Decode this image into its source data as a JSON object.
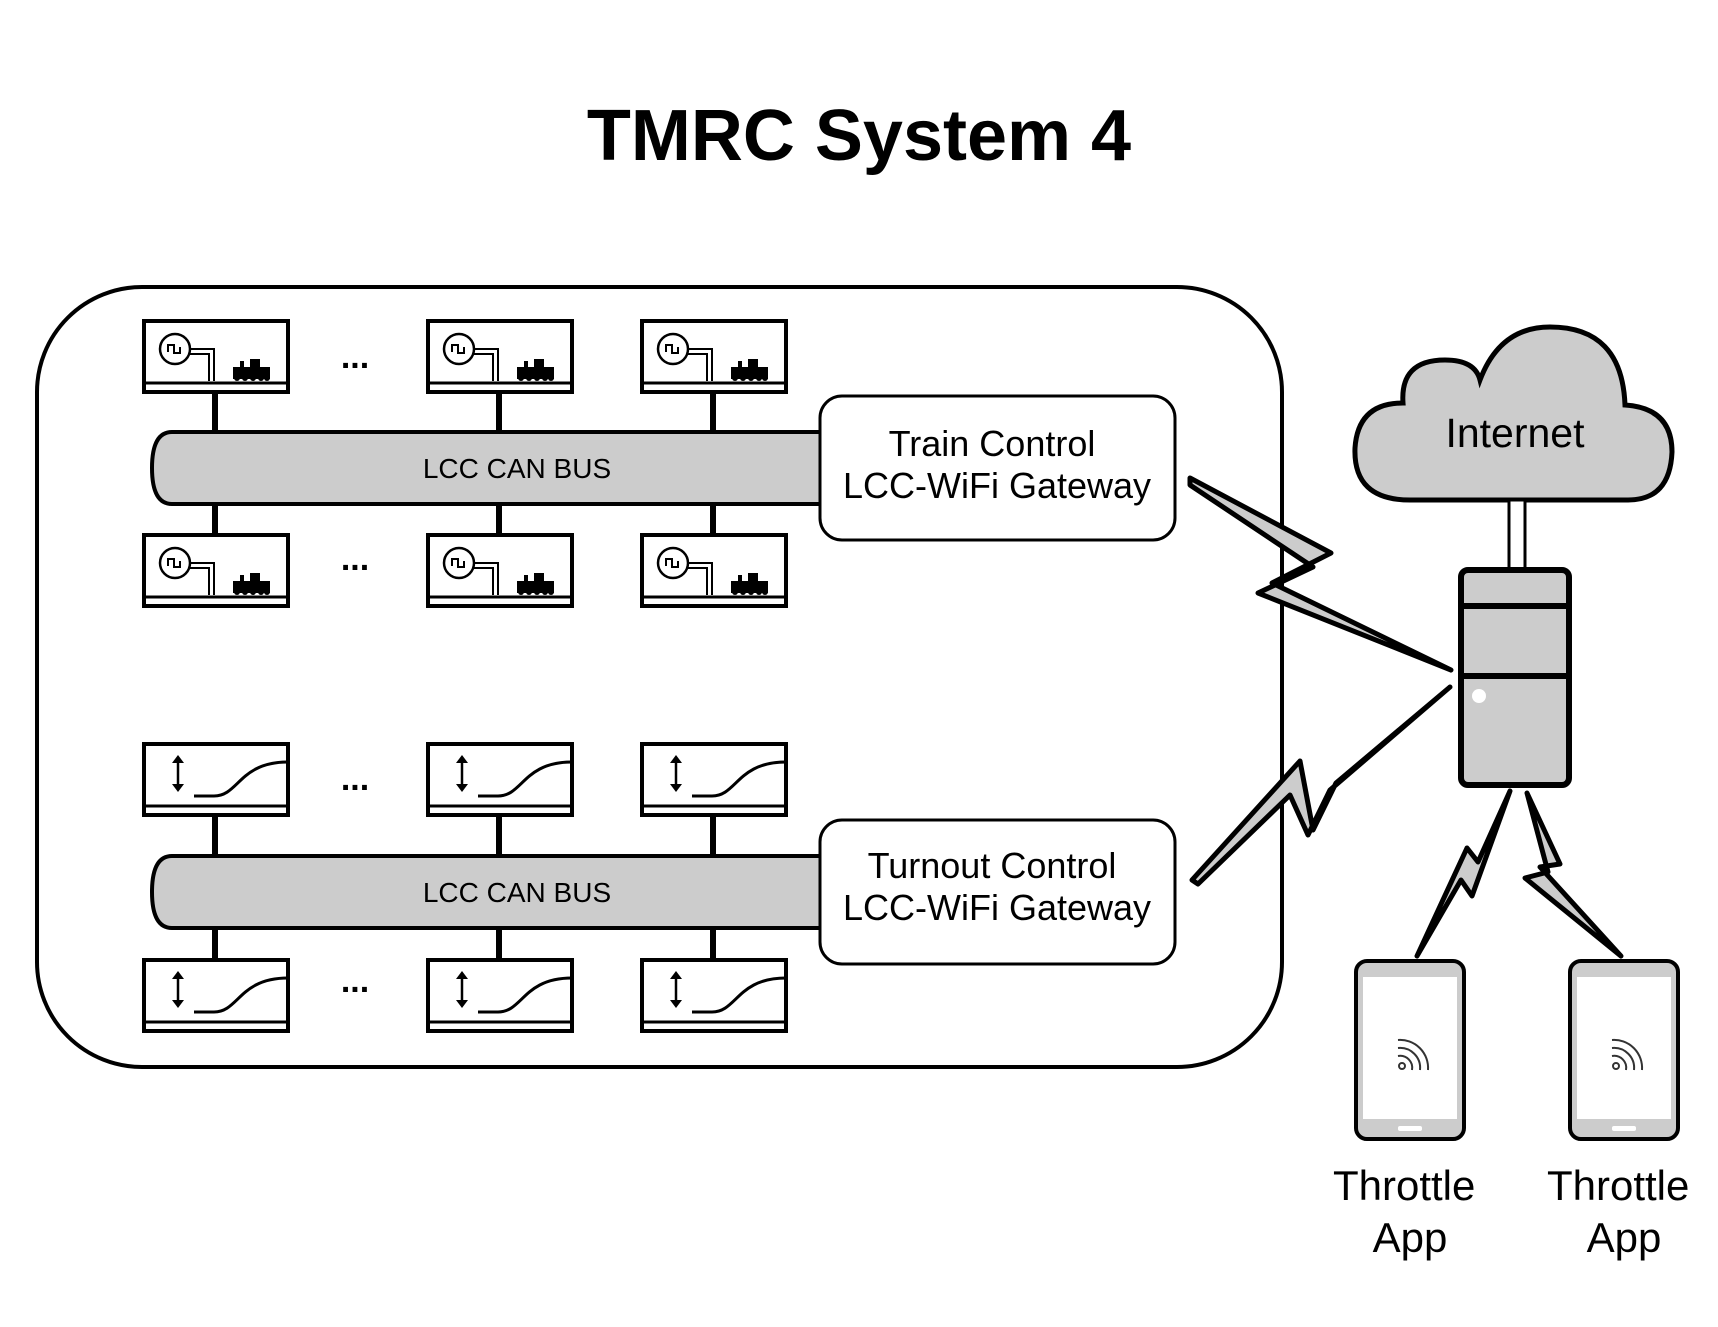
{
  "title": "TMRC System 4",
  "internet": {
    "label": "Internet"
  },
  "buses": [
    {
      "label": "LCC CAN BUS",
      "gateway": [
        "Train Control",
        "LCC-WiFi Gateway"
      ],
      "device_type": "train"
    },
    {
      "label": "LCC CAN BUS",
      "gateway": [
        "Turnout Control",
        "LCC-WiFi Gateway"
      ],
      "device_type": "turnout"
    }
  ],
  "ellipsis": "...",
  "throttles": [
    {
      "label": [
        "Throttle",
        "App"
      ]
    },
    {
      "label": [
        "Throttle",
        "App"
      ]
    }
  ],
  "colors": {
    "fill": "#cccccc",
    "stroke": "#000000",
    "background": "#ffffff"
  },
  "icons": [
    "waveform-icon",
    "locomotive-icon",
    "turnout-arrow-icon",
    "turnout-curve-icon",
    "server-icon",
    "cloud-icon",
    "phone-icon",
    "wifi-icon",
    "lightning-icon"
  ]
}
